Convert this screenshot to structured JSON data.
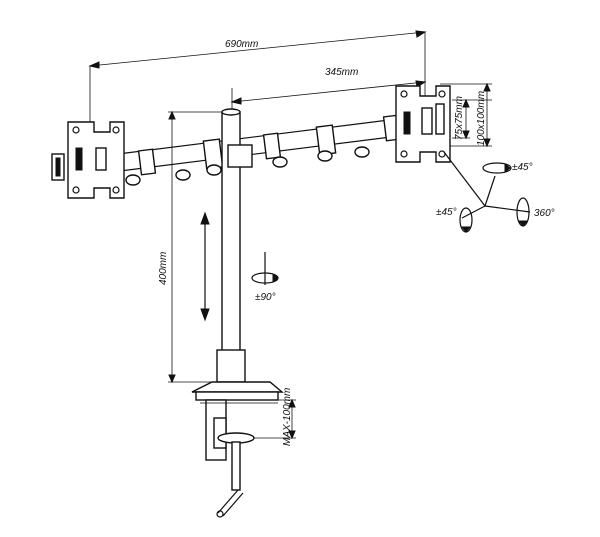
{
  "dimensions": {
    "total_width": "690mm",
    "half_width": "345mm",
    "vesa_small": "75x75mm",
    "vesa_large": "100x100mm",
    "pole_height": "400mm",
    "clamp_max": "MAX-100mm"
  },
  "rotations": {
    "pole": "±90°",
    "tilt": "±45°",
    "swivel": "±45°",
    "rotate": "360°"
  },
  "colors": {
    "line": "#111111",
    "background": "#ffffff"
  }
}
